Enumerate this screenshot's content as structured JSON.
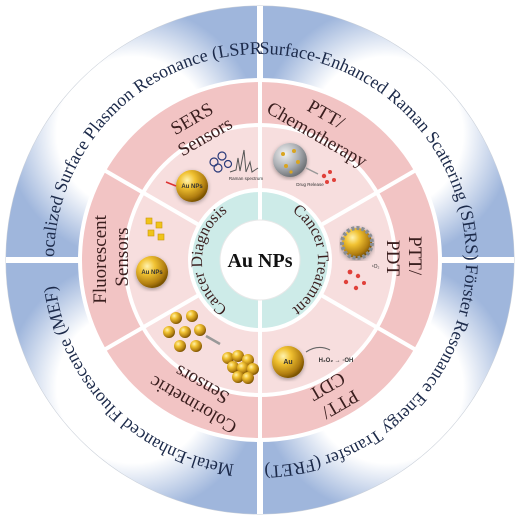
{
  "center": {
    "title": "Au NPs"
  },
  "inner_ring": {
    "left": "Cancer Diagnosis",
    "right": "Cancer Treatment"
  },
  "sections": {
    "sers": [
      "SERS",
      "Sensors"
    ],
    "ptt_chemo": [
      "PTT/",
      "Chemotherapy"
    ],
    "ptt_pdt": [
      "PTT/",
      "PDT"
    ],
    "ptt_cdt": [
      "PTT/",
      "CDT"
    ],
    "colorimetric": [
      "Colorimetric",
      "Sensors"
    ],
    "fluorescent": [
      "Fluorescent",
      "Sensors"
    ]
  },
  "outer_ring": {
    "lspr": "Localized Surface Plasmon Resonance (LSPR)",
    "sers": "Surface-Enhanced Raman Scattering (SERS)",
    "fret": "Förster Resonance Energy Transfer (FRET)",
    "mef": "Metal-Enhanced Fluorescence (MEF)"
  },
  "labels": {
    "au_np": "Au NPs",
    "au": "Au",
    "raman": "Raman spectrum",
    "drug": "Drug Release",
    "ros": "H₂O₂ → ·OH",
    "o2": "¹O₂"
  },
  "colors": {
    "outer_blue": "#9fb6dc",
    "outer_white": "#ffffff",
    "section_pink": "#f2c4c4",
    "inner_pink": "#f7dede",
    "inner_teal": "#cdebe8",
    "gold": "#d9a520",
    "gray": "#a5aab0"
  }
}
